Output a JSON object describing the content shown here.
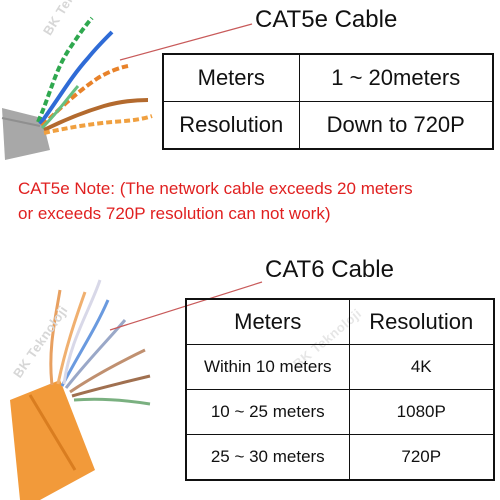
{
  "cat5e": {
    "title": "CAT5e Cable",
    "table": {
      "rows": [
        {
          "label": "Meters",
          "value": "1 ~ 20meters"
        },
        {
          "label": "Resolution",
          "value": "Down to 720P"
        }
      ]
    },
    "note": {
      "line1": "CAT5e Note: (The network cable exceeds 20 meters",
      "line2": "or exceeds 720P resolution can not work)"
    }
  },
  "cat6": {
    "title": "CAT6 Cable",
    "table": {
      "headers": [
        "Meters",
        "Resolution"
      ],
      "rows": [
        {
          "meters": "Within 10 meters",
          "resolution": "4K"
        },
        {
          "meters": "10 ~ 25 meters",
          "resolution": "1080P"
        },
        {
          "meters": "25 ~ 30 meters",
          "resolution": "720P"
        }
      ]
    }
  },
  "watermark": {
    "text": "BK Teknoloji"
  },
  "colors": {
    "note_red": "#e02020",
    "pointer_line": "#c85a5a",
    "cat5e_jacket": "#a8a8a8",
    "cat6_jacket": "#f29a3a"
  },
  "icons": [
    "cat5e-cable-image",
    "cat6-cable-image"
  ]
}
